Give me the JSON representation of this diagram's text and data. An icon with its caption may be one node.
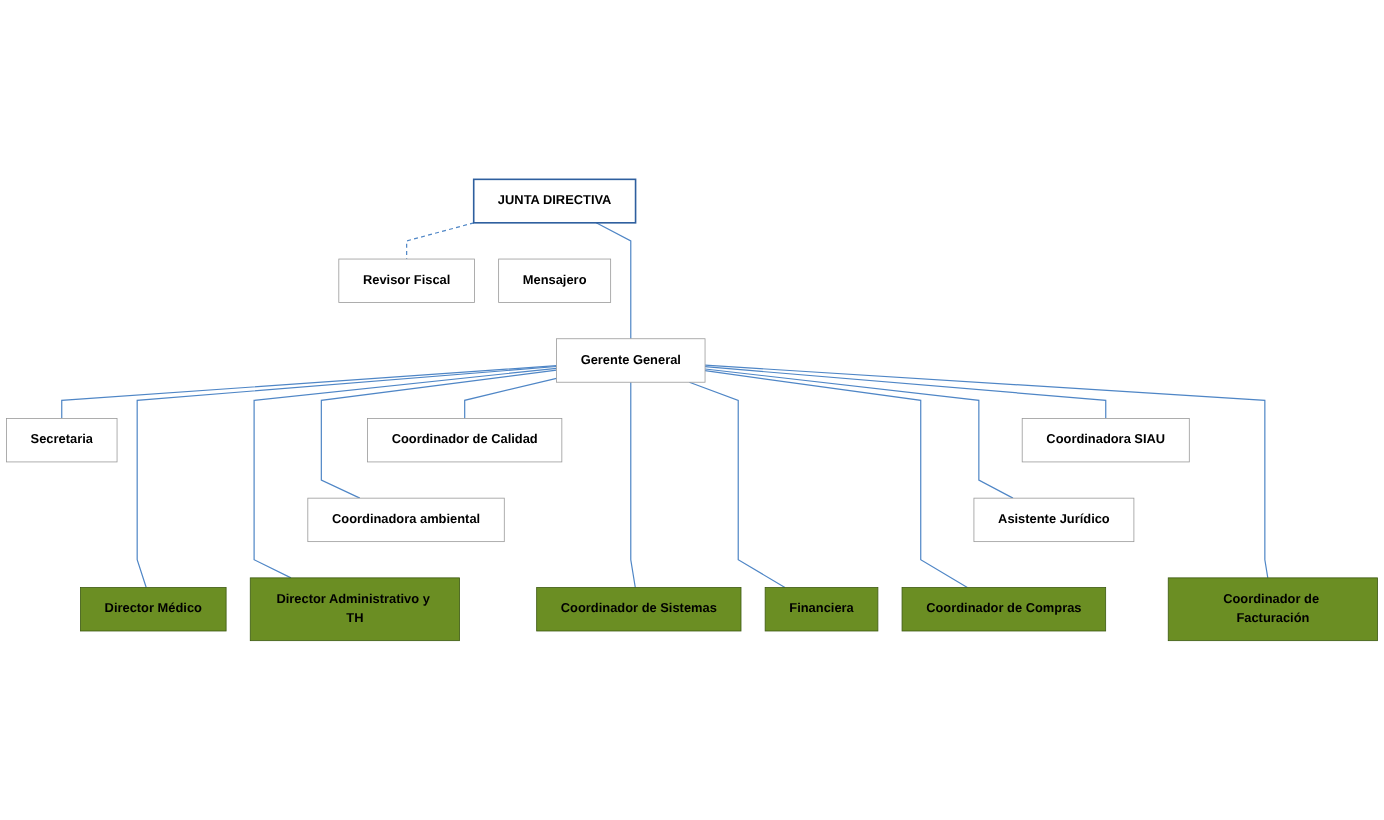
{
  "diagram": {
    "nodes": [
      {
        "text": [
          "JUNTA DIRECTIVA"
        ]
      },
      {
        "text": [
          "Revisor Fiscal"
        ]
      },
      {
        "text": [
          "Gerente General"
        ]
      },
      {
        "text": [
          "Secretaria"
        ]
      },
      {
        "text": [
          "Mensajero"
        ]
      },
      {
        "text": [
          "Coordinador de Calidad"
        ]
      },
      {
        "text": [
          "Coordinadora SIAU"
        ]
      },
      {
        "text": [
          "Coordinadora ambiental"
        ]
      },
      {
        "text": [
          "Asistente Jurídico"
        ]
      },
      {
        "text": [
          "Director Médico"
        ]
      },
      {
        "text": [
          "Director Administrativo y TH"
        ]
      },
      {
        "text": [
          "Financiera"
        ]
      },
      {
        "text": [
          "Coordinador de Sistemas"
        ]
      },
      {
        "text": [
          "Coordinador de Compras"
        ]
      },
      {
        "text": [
          "Coordinador de Facturación"
        ]
      }
    ],
    "edges": [
      {
        "from": 0,
        "to": 2,
        "arrow": "none"
      },
      {
        "from": 0,
        "to": 1,
        "arrow": "none",
        "style": "dashed"
      },
      {
        "from": 2,
        "to": 3,
        "arrow": "none"
      },
      {
        "from": 2,
        "to": 5,
        "arrow": "none"
      },
      {
        "from": 2,
        "to": 6,
        "arrow": "none"
      },
      {
        "from": 2,
        "to": 7,
        "arrow": "none"
      },
      {
        "from": 2,
        "to": 8,
        "arrow": "none"
      },
      {
        "from": 2,
        "to": 9,
        "arrow": "none"
      },
      {
        "from": 2,
        "to": 10,
        "arrow": "none"
      },
      {
        "from": 2,
        "to": 11,
        "arrow": "none"
      },
      {
        "from": 2,
        "to": 12,
        "arrow": "none"
      },
      {
        "from": 2,
        "to": 13,
        "arrow": "none"
      },
      {
        "from": 2,
        "to": 14,
        "arrow": "none"
      }
    ]
  }
}
